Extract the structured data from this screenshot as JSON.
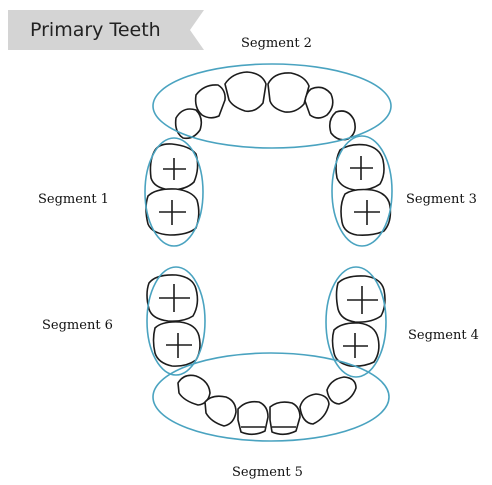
{
  "title": "Primary Teeth",
  "colors": {
    "banner": "#d4d4d4",
    "ring": "#4aa3c0",
    "tooth_stroke": "#1c1c1c",
    "tooth_fill": "#ffffff"
  },
  "segments": [
    {
      "id": "1",
      "label": "Segment 1"
    },
    {
      "id": "2",
      "label": "Segment 2"
    },
    {
      "id": "3",
      "label": "Segment 3"
    },
    {
      "id": "4",
      "label": "Segment 4"
    },
    {
      "id": "5",
      "label": "Segment 5"
    },
    {
      "id": "6",
      "label": "Segment 6"
    }
  ]
}
